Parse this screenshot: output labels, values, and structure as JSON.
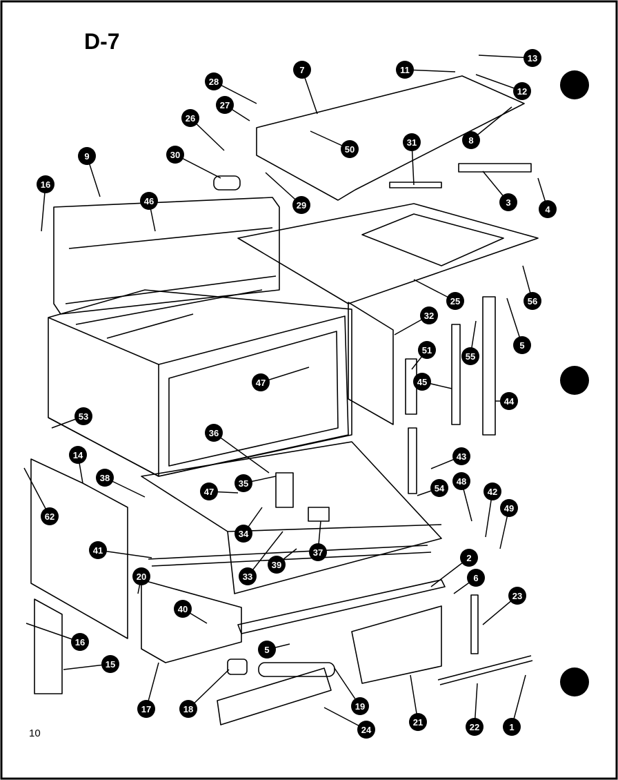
{
  "header": {
    "title": "D-7",
    "page_number": "10"
  },
  "callouts": [
    "1",
    "2",
    "3",
    "4",
    "5",
    "6",
    "7",
    "8",
    "9",
    "11",
    "12",
    "13",
    "14",
    "15",
    "16",
    "17",
    "18",
    "19",
    "20",
    "21",
    "22",
    "23",
    "24",
    "25",
    "26",
    "27",
    "28",
    "29",
    "30",
    "31",
    "32",
    "33",
    "34",
    "35",
    "36",
    "37",
    "38",
    "39",
    "40",
    "41",
    "42",
    "43",
    "44",
    "45",
    "46",
    "47",
    "48",
    "49",
    "50",
    "51",
    "53",
    "54",
    "55",
    "56",
    "62"
  ]
}
